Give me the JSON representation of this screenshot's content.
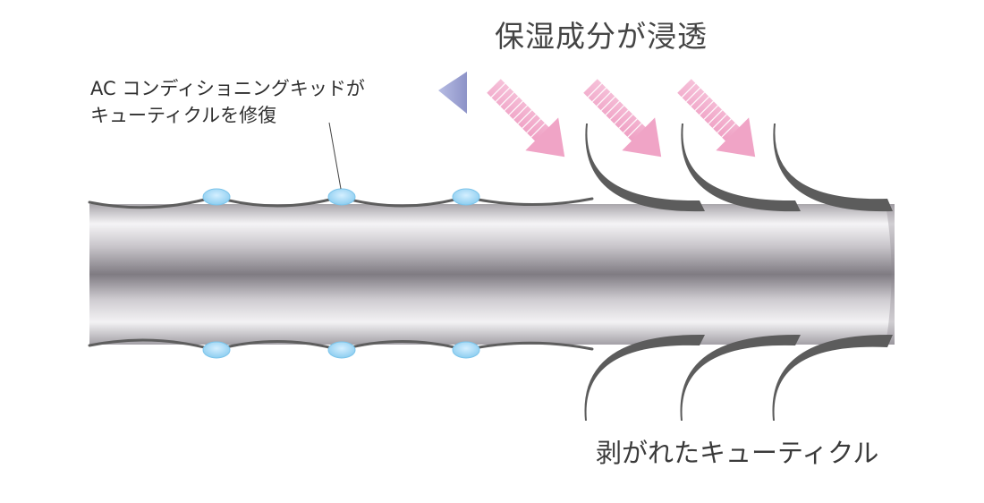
{
  "title": "保湿成分が浸透",
  "annotation": {
    "line1": "AC コンディショニングキッドが",
    "line2": "キューティクルを修復"
  },
  "bottom_label": "剥がれたキューティクル",
  "colors": {
    "hair_dark": "#7e7a80",
    "hair_light": "#f4f3f5",
    "cuticle": "#5f5f5f",
    "droplet": "#a9dcf5",
    "droplet_edge": "#7cc4ea",
    "arrow_pink": "#f3a7c8",
    "triangle": "#9fa5d4"
  },
  "icons": {
    "pointer": "triangle-pointer-icon",
    "penetration": "arrow-down-right-icon"
  }
}
